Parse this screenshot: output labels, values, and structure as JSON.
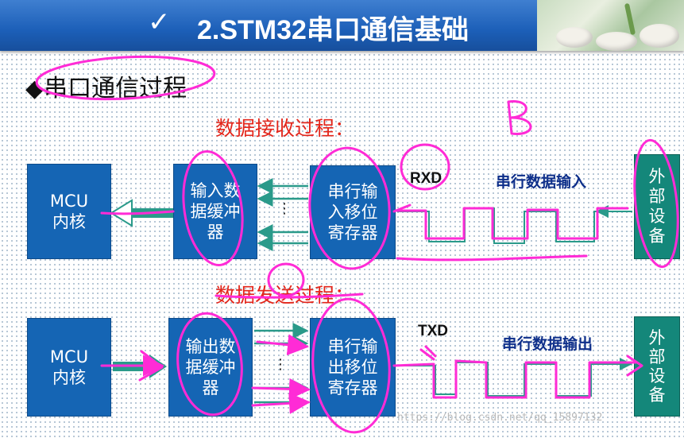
{
  "slide": {
    "check_mark": "✓",
    "title": "2.STM32串口通信基础",
    "section_bullet": "◆",
    "section_title": "串口通信过程",
    "handwritten_letter": "B"
  },
  "receive": {
    "label": "数据接收过程：",
    "mcu_core": "MCU\n内核",
    "input_buffer": "输入数\n据缓冲\n器",
    "shift_register": "串行输\n入移位\n寄存器",
    "signal": "RXD",
    "stream": "串行数据输入",
    "device": "外\n部\n设\n备"
  },
  "send": {
    "label": "数据发送过程：",
    "mcu_core": "MCU\n内核",
    "output_buffer": "输出数\n据缓冲\n器",
    "shift_register": "串行输\n出移位\n寄存器",
    "signal": "TXD",
    "stream": "串行数据输出",
    "device": "外\n部\n设\n备"
  },
  "vertical_dots": "⋮",
  "watermark": "https://blog.csdn.net/qq_15897132",
  "colors": {
    "title_bar": "#1c5fb8",
    "box_blue": "#1565b4",
    "box_teal": "#14877a",
    "label_red": "#e3261b",
    "annotation_magenta": "#ff2bd6",
    "arrow_teal": "#2a9a8a",
    "wave_teal": "#2a9a8a"
  }
}
